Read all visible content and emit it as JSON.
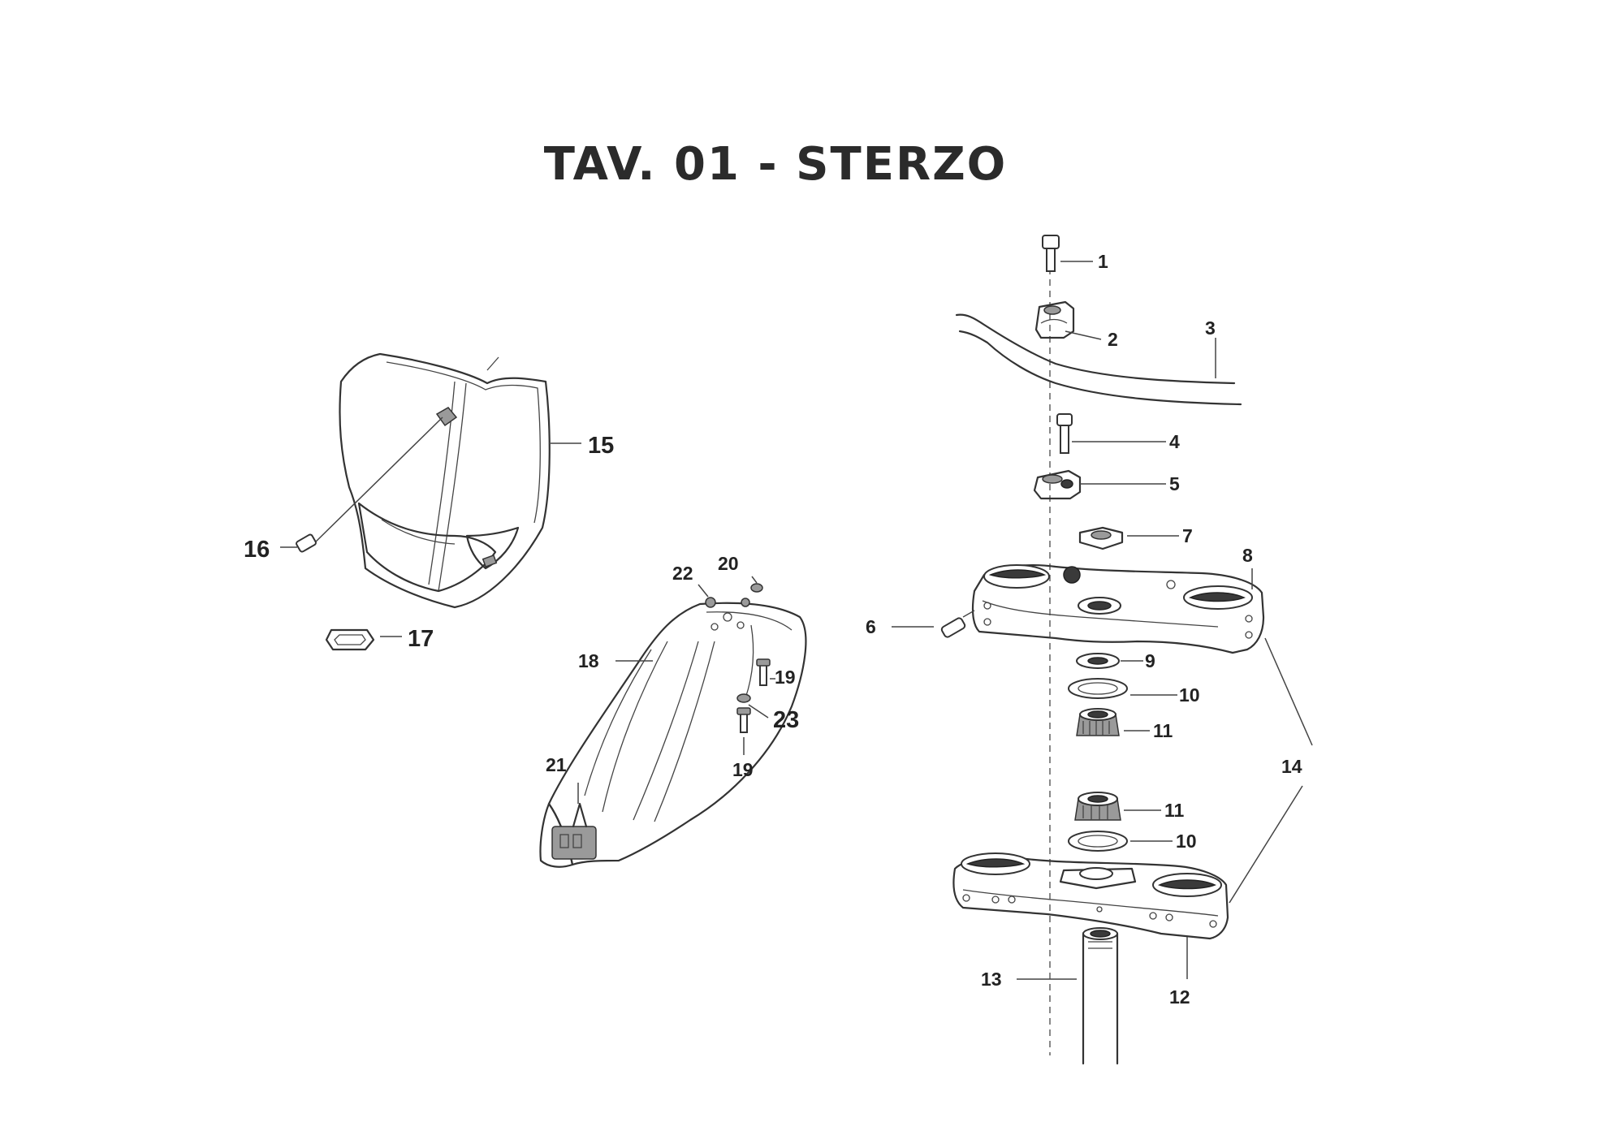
{
  "title": "TAV. 01 - STERZO",
  "labels": {
    "l1": "1",
    "l2": "2",
    "l3": "3",
    "l4": "4",
    "l5": "5",
    "l6": "6",
    "l7": "7",
    "l8": "8",
    "l9": "9",
    "l10a": "10",
    "l11a": "11",
    "l11b": "11",
    "l10b": "10",
    "l12": "12",
    "l13": "13",
    "l14": "14",
    "l15": "15",
    "l16": "16",
    "l17": "17",
    "l18": "18",
    "l19a": "19",
    "l19b": "19",
    "l20": "20",
    "l21": "21",
    "l22": "22",
    "l23": "23"
  }
}
